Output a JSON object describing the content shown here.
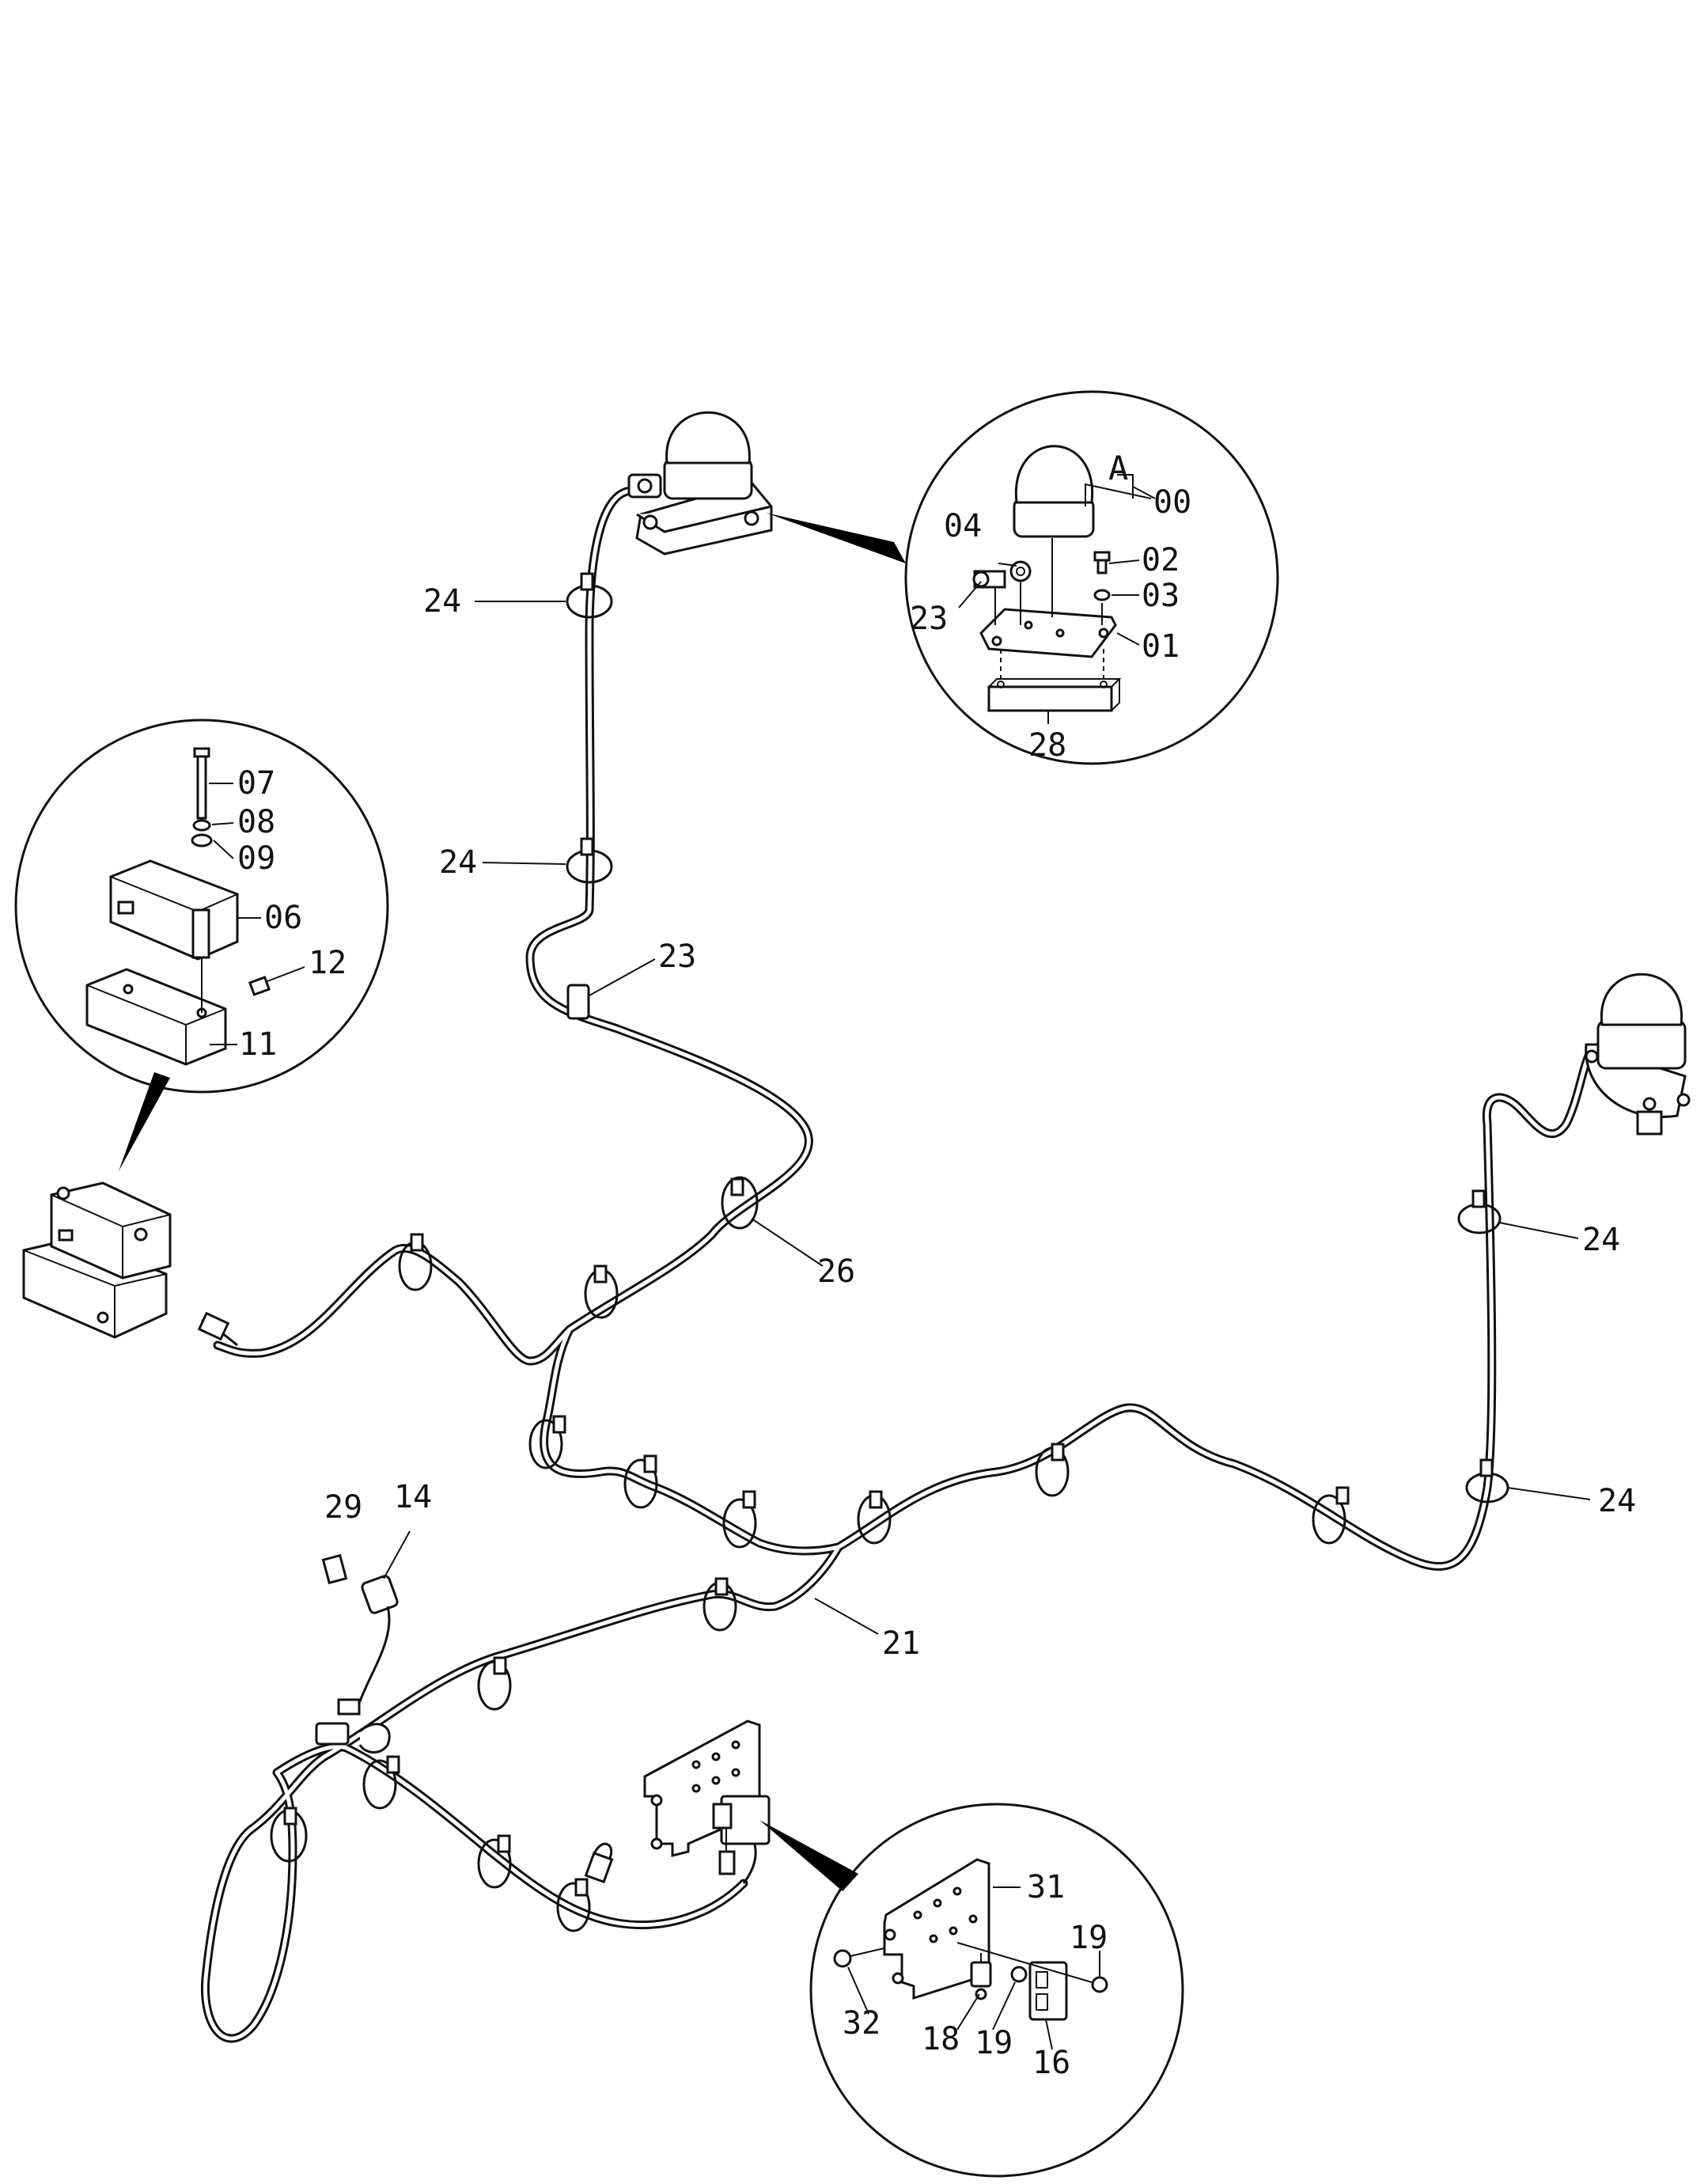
{
  "colors": {
    "ink": "#111111",
    "background": "#ffffff"
  },
  "callouts": {
    "c_00": "00",
    "c_01": "01",
    "c_02": "02",
    "c_03": "03",
    "c_04": "04",
    "c_23_detail": "23",
    "c_28": "28",
    "c_A": "A",
    "c_07": "07",
    "c_08": "08",
    "c_09": "09",
    "c_06": "06",
    "c_12": "12",
    "c_11": "11",
    "c_24_a": "24",
    "c_24_b": "24",
    "c_23_main": "23",
    "c_26": "26",
    "c_24_c": "24",
    "c_24_d": "24",
    "c_21": "21",
    "c_29": "29",
    "c_14": "14",
    "c_31": "31",
    "c_19_a": "19",
    "c_32": "32",
    "c_18": "18",
    "c_19_b": "19",
    "c_16": "16"
  }
}
